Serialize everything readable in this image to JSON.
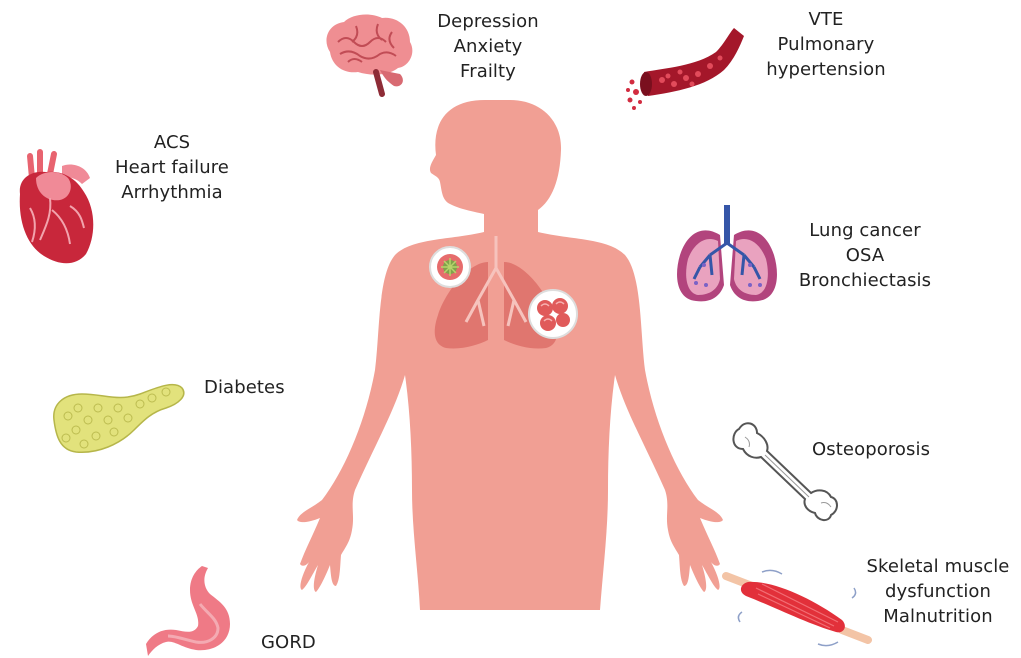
{
  "conditions": {
    "brain": {
      "icon": "brain-icon",
      "lines": [
        "Depression",
        "Anxiety",
        "Frailty"
      ]
    },
    "blood_vessel": {
      "icon": "blood-vessel-icon",
      "lines": [
        "VTE",
        "Pulmonary",
        "hypertension"
      ]
    },
    "heart": {
      "icon": "heart-icon",
      "lines": [
        "ACS",
        "Heart failure",
        "Arrhythmia"
      ]
    },
    "lungs": {
      "icon": "lungs-icon",
      "lines": [
        "Lung cancer",
        "OSA",
        "Bronchiectasis"
      ]
    },
    "pancreas": {
      "icon": "pancreas-icon",
      "lines": [
        "Diabetes"
      ]
    },
    "bone": {
      "icon": "bone-icon",
      "lines": [
        "Osteoporosis"
      ]
    },
    "muscle": {
      "icon": "muscle-icon",
      "lines": [
        "Skeletal muscle",
        "dysfunction",
        "Malnutrition"
      ]
    },
    "stomach": {
      "icon": "stomach-icon",
      "lines": [
        "GORD"
      ]
    }
  },
  "colors": {
    "body": "#f19f94",
    "body_lungs": "#e0766f",
    "brain": "#ef8e92",
    "heart": "#c8273b",
    "vessel": "#a4172a",
    "lungs": "#b2447d",
    "pancreas": "#e2e27c",
    "muscle": "#e2303a",
    "stomach": "#ef7a86",
    "text": "#222222"
  }
}
